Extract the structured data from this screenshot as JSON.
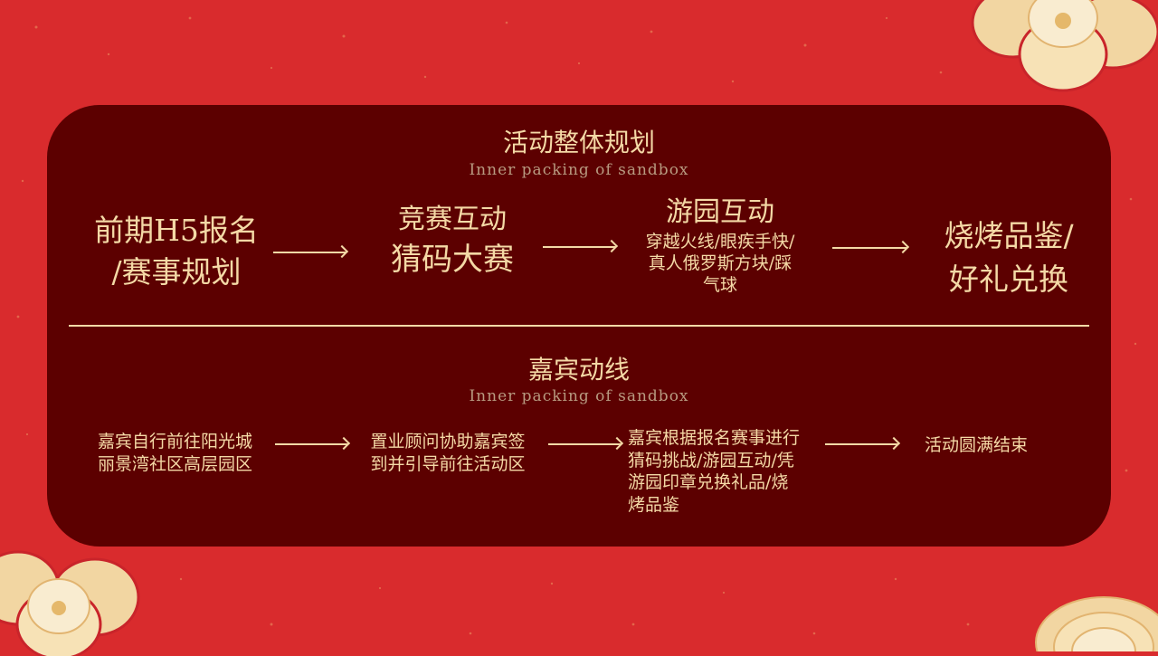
{
  "colors": {
    "background": "#d92b2d",
    "panel": "#5c0000",
    "text": "#f4d9a6"
  },
  "section1": {
    "title": "活动整体规划",
    "subtitle": "Inner packing of sandbox",
    "steps": [
      {
        "line1": "前期H5报名",
        "line2": "/赛事规划"
      },
      {
        "line1": "竞赛互动",
        "line2": "猜码大赛"
      },
      {
        "line1": "游园互动",
        "line2": "穿越火线/眼疾手快/",
        "line3": "真人俄罗斯方块/踩",
        "line4": "气球"
      },
      {
        "line1": "烧烤品鉴/",
        "line2": "好礼兑换"
      }
    ]
  },
  "section2": {
    "title": "嘉宾动线",
    "subtitle": "Inner packing of sandbox",
    "steps": [
      {
        "line1": "嘉宾自行前往阳光城",
        "line2": "丽景湾社区高层园区"
      },
      {
        "line1": "置业顾问协助嘉宾签",
        "line2": "到并引导前往活动区"
      },
      {
        "line1": "嘉宾根据报名赛事进行",
        "line2": "猜码挑战/游园互动/凭",
        "line3": "游园印章兑换礼品/烧",
        "line4": "烤品鉴"
      },
      {
        "line1": "活动圆满结束"
      }
    ]
  }
}
